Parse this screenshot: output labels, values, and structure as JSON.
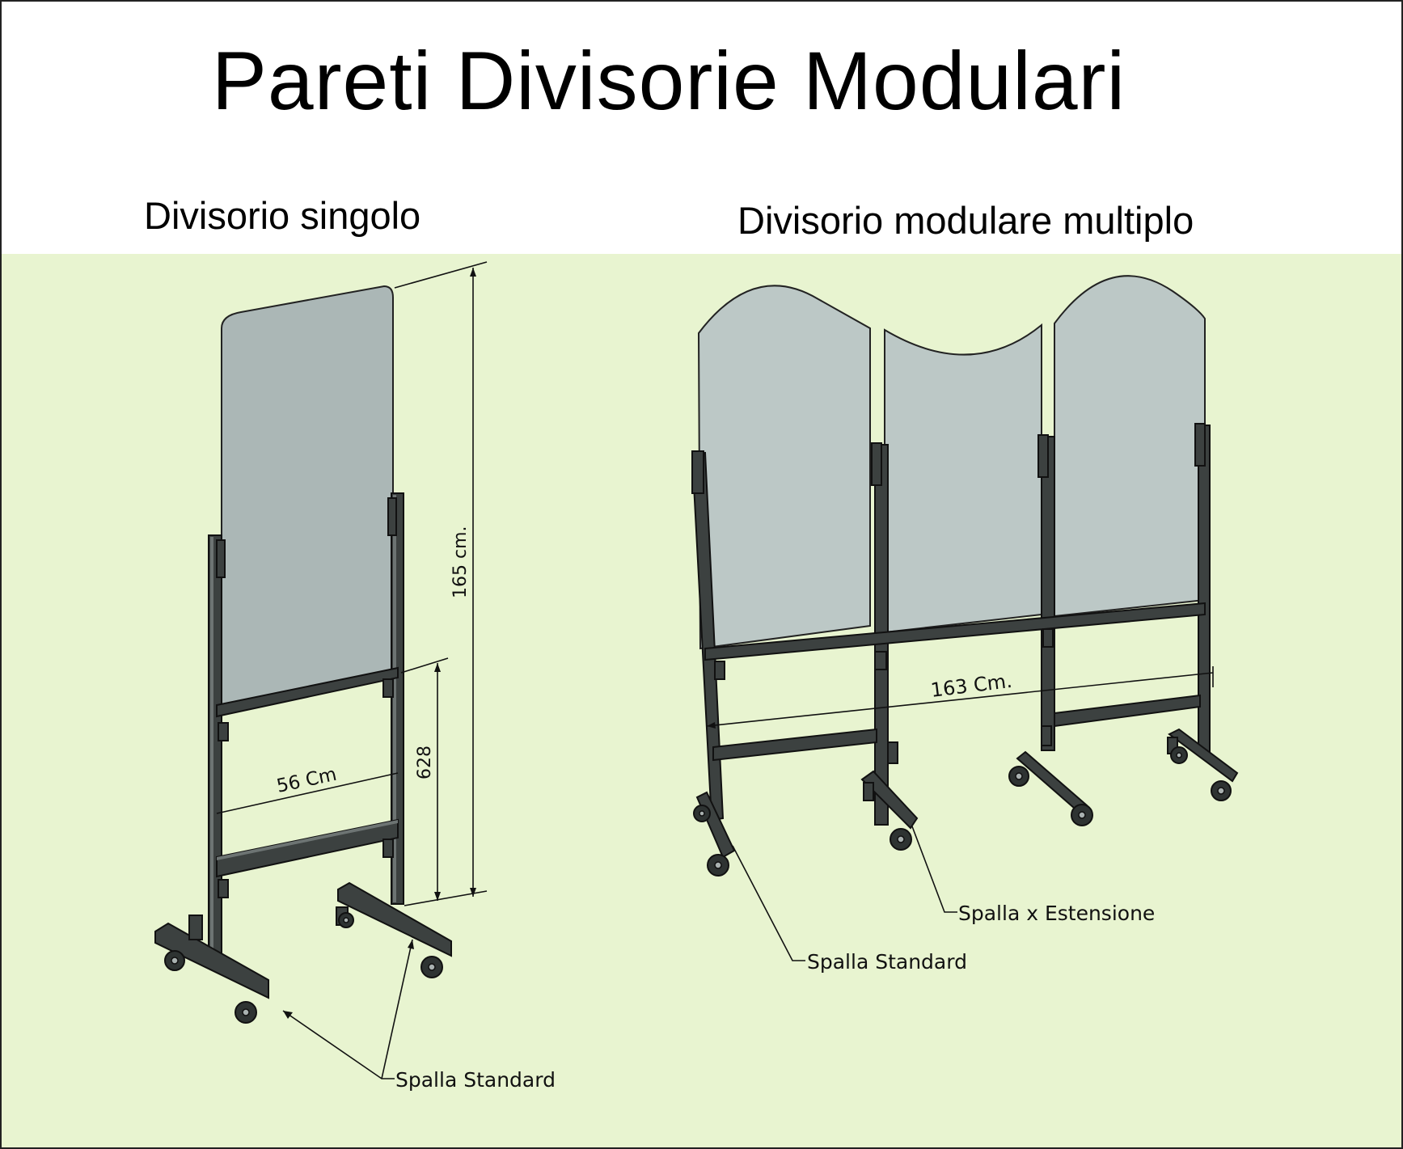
{
  "title": "Pareti Divisorie Modulari",
  "left_panel": {
    "subtitle": "Divisorio singolo",
    "dim_height": "165 cm.",
    "dim_lower": "628",
    "dim_width": "56 Cm",
    "callout": "Spalla Standard"
  },
  "right_panel": {
    "subtitle": "Divisorio modulare multiplo",
    "dim_width": "163 Cm.",
    "callout_extension": "Spalla x Estensione",
    "callout_standard": "Spalla Standard"
  },
  "colors": {
    "background_band": "#e8f4d0",
    "glass": "#abb7b6",
    "frame": "#3c4140"
  }
}
